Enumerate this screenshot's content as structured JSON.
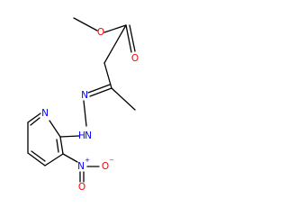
{
  "molecule": {
    "colors": {
      "bond": "#000000",
      "carbon_text": "#000000",
      "oxygen": "#ff0000",
      "nitrogen": "#0000ff"
    },
    "atoms": {
      "o_methyl": "O",
      "o_carbonyl": "O",
      "n_imine": "N",
      "n_hydrazine": "N",
      "h_hydrazine": "H",
      "n_pyridine": "N",
      "n_nitro": "N",
      "n_nitro_charge": "+",
      "o_nitro_right": "O",
      "o_nitro_right_charge": "−",
      "o_nitro_down": "O"
    }
  }
}
